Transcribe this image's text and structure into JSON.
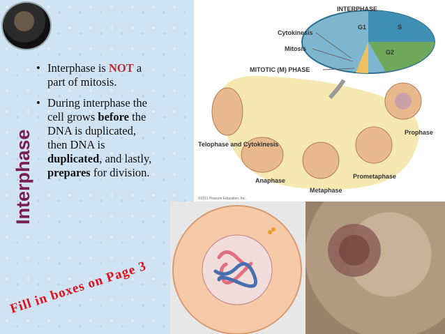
{
  "slide": {
    "title": "Interphase",
    "bullets": [
      {
        "pre": "Interphase is ",
        "emph": "NOT",
        "post": " a part of mitosis."
      },
      {
        "p1": "During interphase the cell grows ",
        "b1": "before",
        "p2": " the DNA is duplicated, then DNA is ",
        "b2": "duplicated",
        "p3": ", and lastly, ",
        "b3": "prepares",
        "p4": " for division."
      }
    ],
    "note": "Fill in boxes on Page 3"
  },
  "diagram": {
    "ring_title": "INTERPHASE",
    "sectors": [
      "G1",
      "S",
      "G2"
    ],
    "left_labels": [
      "Cytokinesis",
      "Mitosis",
      "MITOTIC (M) PHASE"
    ],
    "stages": [
      "Prophase",
      "Prometaphase",
      "Metaphase",
      "Anaphase",
      "Telophase and Cytokinesis"
    ],
    "copyright": "©2011 Pearson Education, Inc."
  },
  "colors": {
    "title": "#7a1d4f",
    "emphasis": "#c0282d",
    "note": "#e0101a",
    "panel_bg": "#cfe3f3",
    "g1": "#7fb6cf",
    "s": "#3e8fb3",
    "g2": "#6fa85a",
    "arrow_band": "#f4e6a8",
    "cell": "#e7b98d"
  }
}
